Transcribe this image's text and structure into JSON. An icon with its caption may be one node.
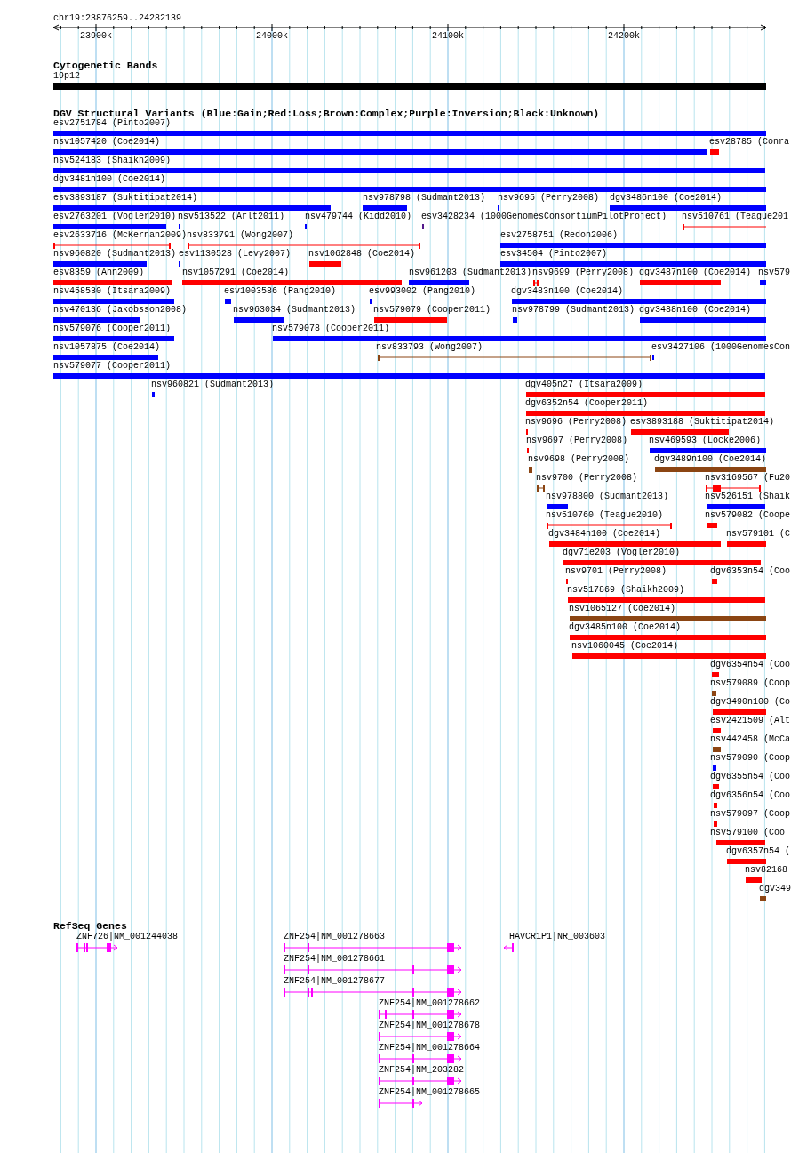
{
  "diagram": {
    "labels": [
      "chr19:23876259..24282139",
      "23900k",
      "24000k",
      "24100k",
      "24200k",
      "Cytogenetic Bands",
      "19p12",
      "DGV Structural Variants (Blue:Gain;Red:Loss;Brown:Complex;Purple:Inversion;Black:Unknown)",
      "esv2751784 (Pinto2007)",
      "nsv1057420 (Coe2014)",
      "esv28785 (Conra",
      "nsv524183 (Shaikh2009)",
      "dgv3481n100 (Coe2014)",
      "esv3893187 (Suktitipat2014)",
      "nsv978798 (Sudmant2013)",
      "nsv9695 (Perry2008)",
      "dgv3486n100 (Coe2014)",
      "esv2763201 (Vogler2010)",
      "nsv513522 (Arlt2011)",
      "nsv479744 (Kidd2010)",
      "esv3428234 (1000GenomesConsortiumPilotProject)",
      "nsv510761 (Teague201",
      "esv2633716 (McKernan2009)",
      "nsv833791 (Wong2007)",
      "esv2758751 (Redon2006)",
      "nsv960820 (Sudmant2013)",
      "esv1130528 (Levy2007)",
      "nsv1062848 (Coe2014)",
      "esv34504 (Pinto2007)",
      "esv8359 (Ahn2009)",
      "nsv1057291 (Coe2014)",
      "nsv961203 (Sudmant2013)",
      "nsv9699 (Perry2008)",
      "dgv3487n100 (Coe2014)",
      "nsv579",
      "nsv458530 (Itsara2009)",
      "esv1003586 (Pang2010)",
      "esv993002 (Pang2010)",
      "dgv3483n100 (Coe2014)",
      "nsv470136 (Jakobsson2008)",
      "nsv963034 (Sudmant2013)",
      "nsv579079 (Cooper2011)",
      "nsv978799 (Sudmant2013)",
      "dgv3488n100 (Coe2014)",
      "nsv579076 (Cooper2011)",
      "nsv579078 (Cooper2011)",
      "nsv1057875 (Coe2014)",
      "nsv833793 (Wong2007)",
      "esv3427106 (1000GenomesCon",
      "nsv579077 (Cooper2011)",
      "nsv960821 (Sudmant2013)",
      "dgv405n27 (Itsara2009)",
      "dgv6352n54 (Cooper2011)",
      "nsv9696 (Perry2008)",
      "esv3893188 (Suktitipat2014)",
      "nsv9697 (Perry2008)",
      "nsv469593 (Locke2006)",
      "nsv9698 (Perry2008)",
      "dgv3489n100 (Coe2014)",
      "nsv9700 (Perry2008)",
      "nsv3169567 (Fu20",
      "nsv978800 (Sudmant2013)",
      "nsv526151 (Shaik",
      "nsv510760 (Teague2010)",
      "nsv579082 (Coope",
      "dgv3484n100 (Coe2014)",
      "nsv579101 (C",
      "dgv71e203 (Vogler2010)",
      "nsv9701 (Perry2008)",
      "dgv6353n54 (Coo",
      "nsv517869 (Shaikh2009)",
      "nsv1065127 (Coe2014)",
      "dgv3485n100 (Coe2014)",
      "nsv1060045 (Coe2014)",
      "dgv6354n54 (Coo",
      "nsv579089 (Coop",
      "dgv3490n100 (Co",
      "esv2421509 (Alt",
      "nsv442458 (McCa",
      "nsv579090 (Coop",
      "dgv6355n54 (Coo",
      "dgv6356n54 (Coo",
      "nsv579097 (Coop",
      "nsv579100 (Coo",
      "dgv6357n54 (",
      "nsv82168",
      "dgv349",
      "RefSeq Genes",
      "ZNF726|NM_001244038",
      "ZNF254|NM_001278663",
      "HAVCR1P1|NR_003603",
      "ZNF254|NM_001278661",
      "ZNF254|NM_001278677",
      "ZNF254|NM_001278662",
      "ZNF254|NM_001278678",
      "ZNF254|NM_001278664",
      "ZNF254|NM_203282",
      "ZNF254|NM_001278665"
    ]
  }
}
